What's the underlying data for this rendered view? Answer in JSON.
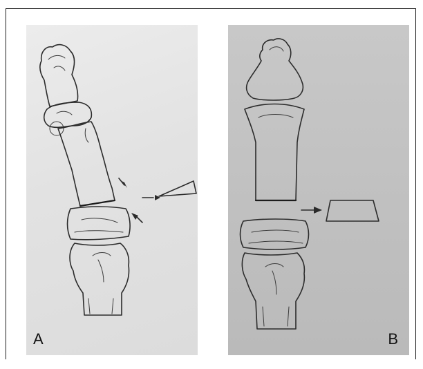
{
  "figure": {
    "panels": [
      {
        "id": "A",
        "label": "A",
        "tint": "#e4e4e4"
      },
      {
        "id": "B",
        "label": "B",
        "tint": "#c2c2c2"
      }
    ],
    "icons": [
      "bone-icon",
      "wedge-icon",
      "arrow-icon",
      "trapezoid-icon"
    ]
  }
}
